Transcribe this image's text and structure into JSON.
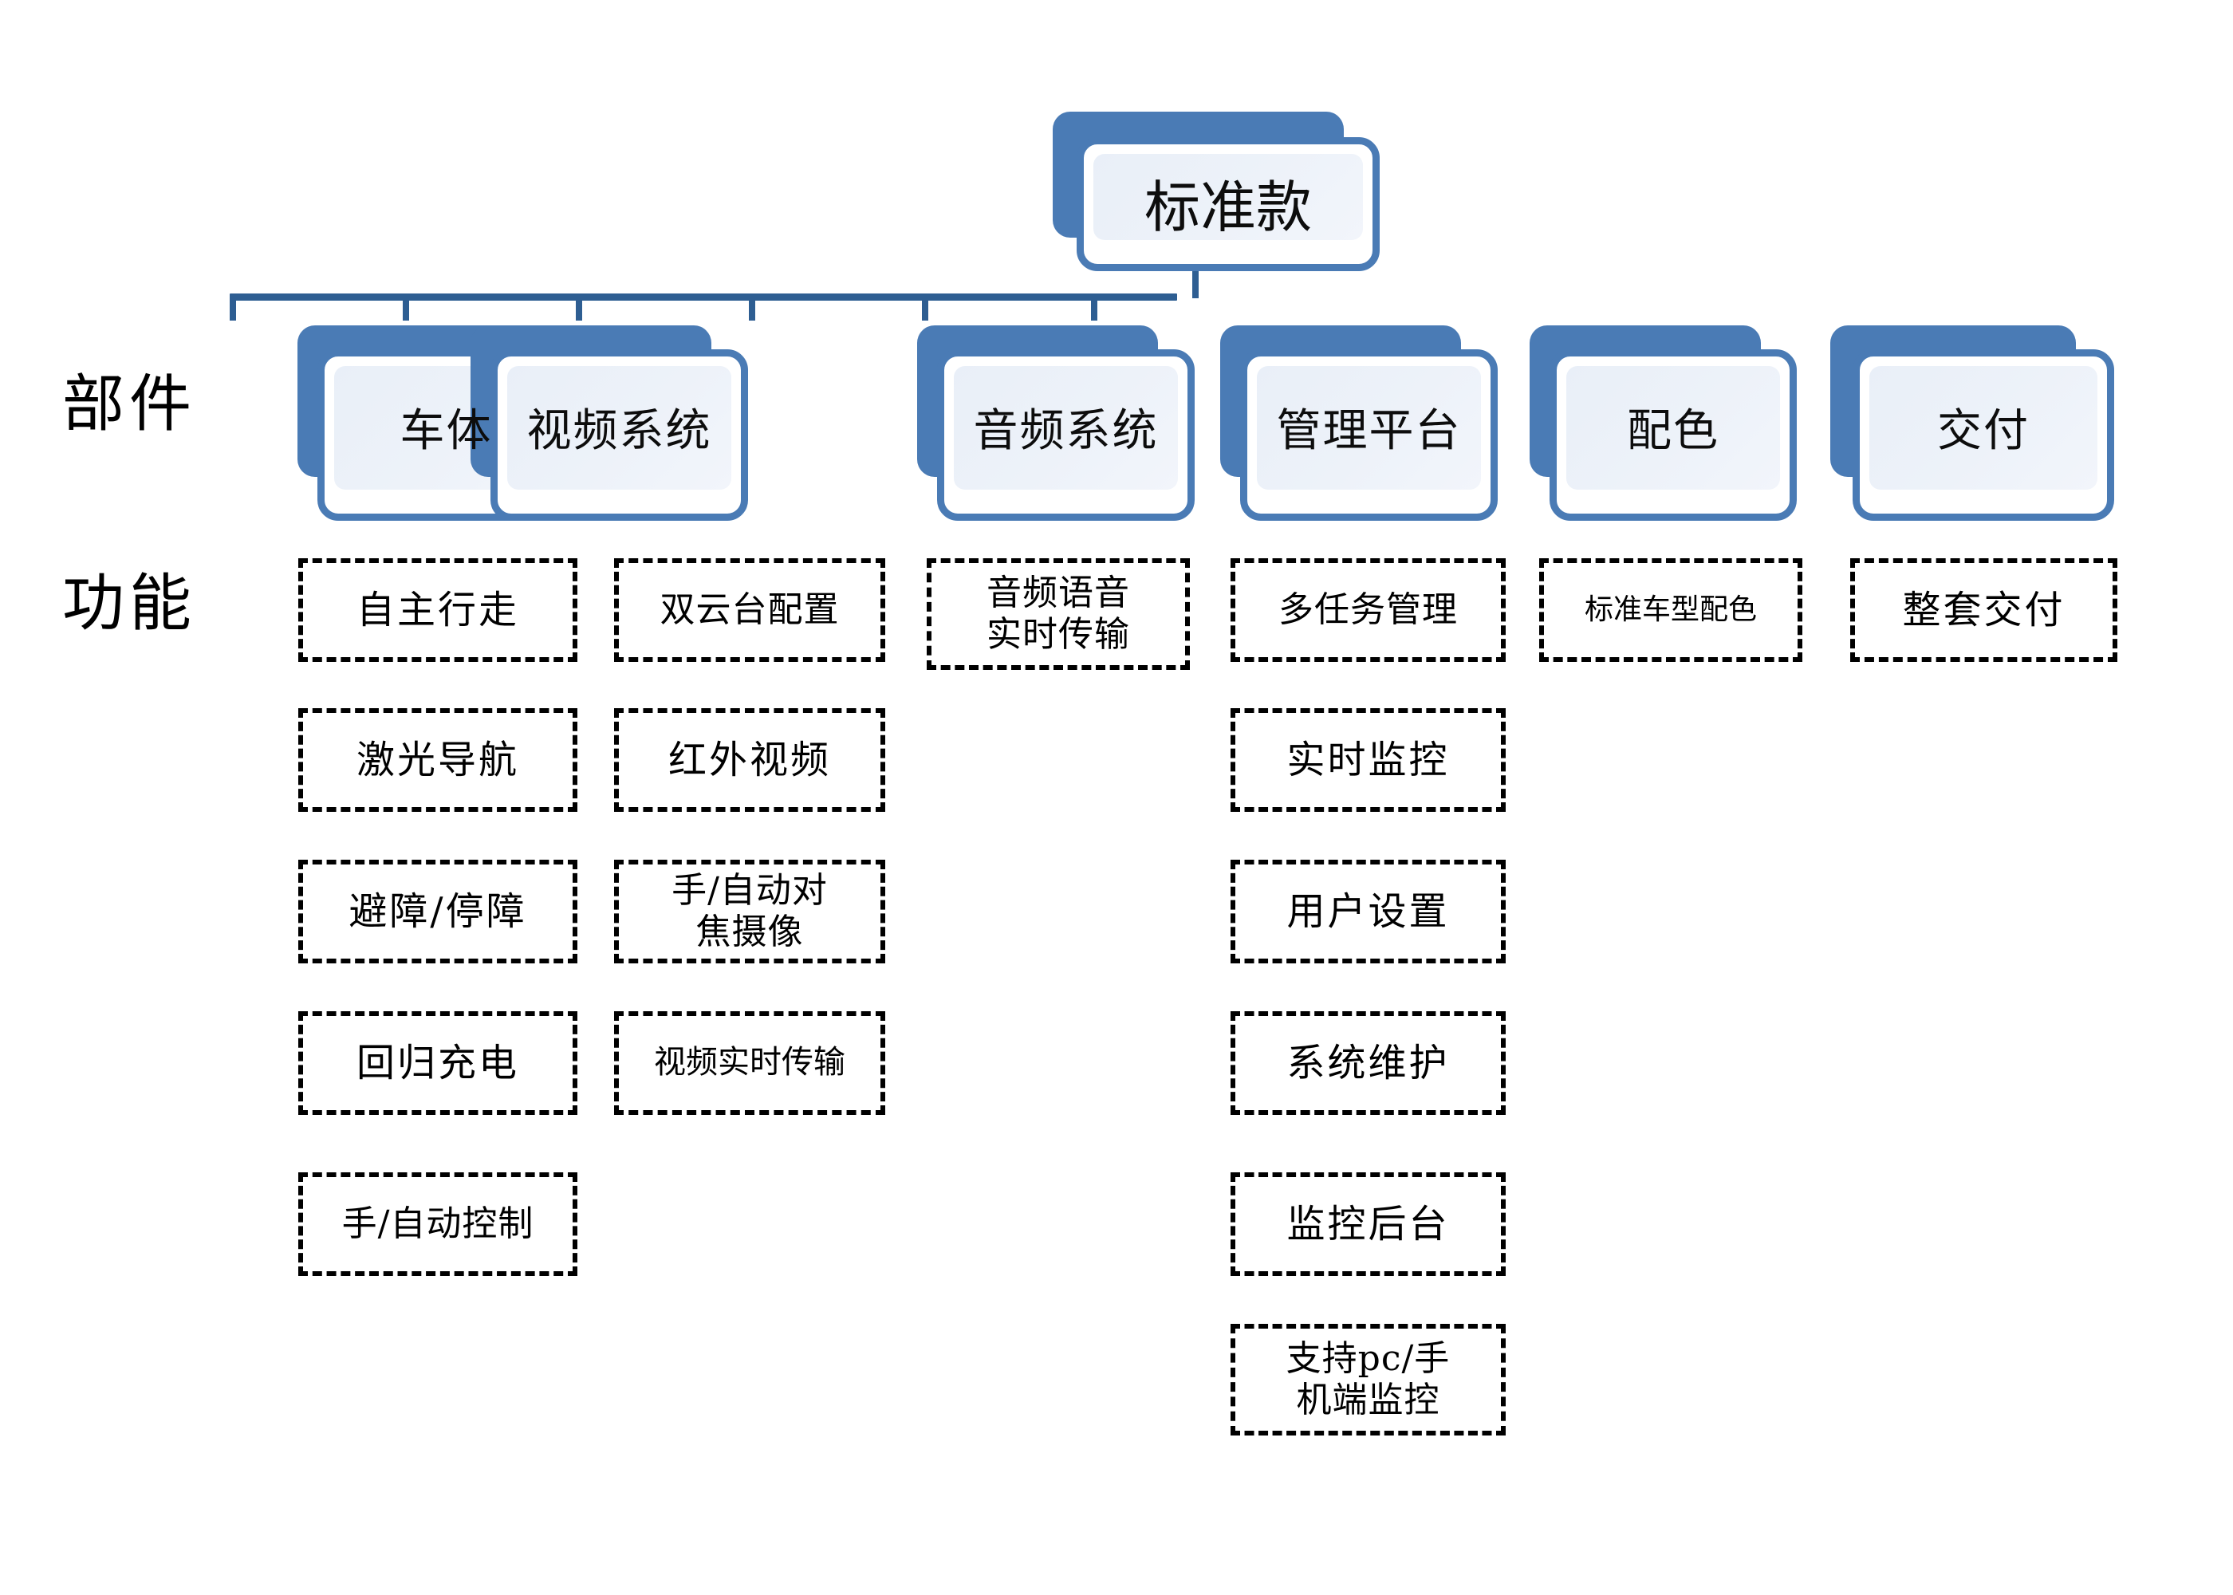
{
  "diagram": {
    "root": {
      "label": "标准款"
    },
    "row_labels": [
      {
        "id": "components",
        "label": "部件"
      },
      {
        "id": "functions",
        "label": "功能"
      }
    ],
    "colors": {
      "card_blue": "#4A7BB5",
      "connector_blue": "#2E5E92",
      "inner_panel": "#EDF2F9",
      "box_border": "#000000",
      "text": "#000000",
      "background": "#FFFFFF"
    },
    "columns": [
      {
        "id": "vehicle-body",
        "component": "车体",
        "functions": [
          "自主行走",
          "激光导航",
          "避障/停障",
          "回归充电",
          "手/自动控制"
        ]
      },
      {
        "id": "video-system",
        "component": "视频系统",
        "functions": [
          "双云台配置",
          "红外视频",
          "手/自动对\n焦摄像",
          "视频实时传输"
        ]
      },
      {
        "id": "audio-system",
        "component": "音频系统",
        "functions": [
          "音频语音\n实时传输"
        ]
      },
      {
        "id": "management-platform",
        "component": "管理平台",
        "functions": [
          "多任务管理",
          "实时监控",
          "用户设置",
          "系统维护",
          "监控后台",
          "支持pc/手\n机端监控"
        ]
      },
      {
        "id": "color-scheme",
        "component": "配色",
        "functions": [
          "标准车型配色"
        ]
      },
      {
        "id": "delivery",
        "component": "交付",
        "functions": [
          "整套交付"
        ]
      }
    ]
  }
}
